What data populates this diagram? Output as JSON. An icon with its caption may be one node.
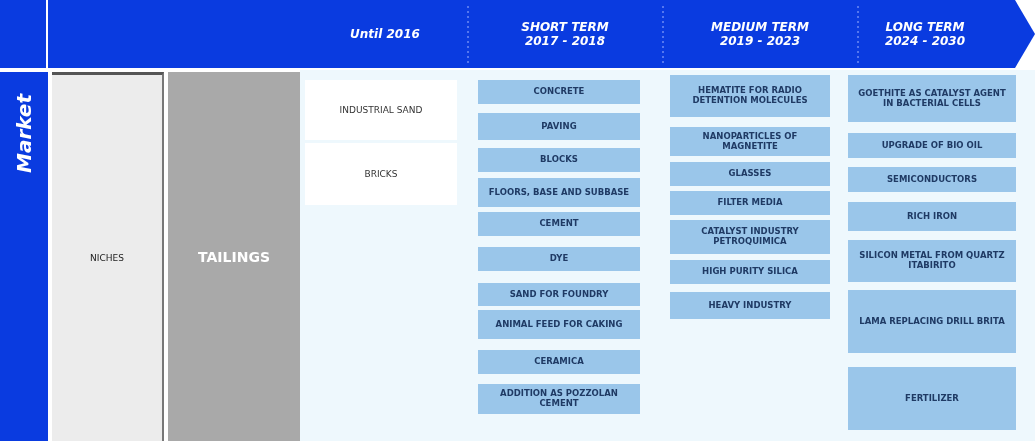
{
  "diagram": {
    "nodes": [
      {
        "text": [],
        "shape": "arrow"
      },
      {
        "text": [
          "Until 2016"
        ],
        "in": 0
      },
      {
        "text": [
          "SHORT TERM",
          "2017 - 2018"
        ],
        "in": 0
      },
      {
        "text": [
          "MEDIUM TERM",
          "2019 - 2023"
        ],
        "in": 0
      },
      {
        "text": [
          "LONG TERM",
          "2024 - 2030"
        ],
        "in": 0
      },
      {
        "text": [
          "Market"
        ]
      },
      {
        "text": [
          "NICHES"
        ]
      },
      {
        "text": [
          "TAILINGS"
        ]
      },
      {
        "text": [
          "INDUSTRIAL SAND"
        ]
      },
      {
        "text": [
          "BRICKS"
        ]
      },
      {
        "text": [
          "CONCRETE"
        ]
      },
      {
        "text": [
          "PAVING"
        ]
      },
      {
        "text": [
          "BLOCKS"
        ]
      },
      {
        "text": [
          "FLOORS, BASE AND SUBBASE"
        ]
      },
      {
        "text": [
          "CEMENT"
        ]
      },
      {
        "text": [
          "DYE"
        ]
      },
      {
        "text": [
          "SAND FOR FOUNDRY"
        ]
      },
      {
        "text": [
          "ANIMAL FEED FOR CAKING"
        ]
      },
      {
        "text": [
          "CERAMICA"
        ]
      },
      {
        "text": [
          "ADDITION AS POZZOLAN CEMENT"
        ]
      },
      {
        "text": [
          "HEMATITE FOR RADIO DETENTION MOLECULES"
        ]
      },
      {
        "text": [
          "NANOPARTICLES OF MAGNETITE"
        ]
      },
      {
        "text": [
          "GLASSES"
        ]
      },
      {
        "text": [
          "FILTER MEDIA"
        ]
      },
      {
        "text": [
          "CATALYST INDUSTRY PETROQUIMICA"
        ]
      },
      {
        "text": [
          "HIGH PURITY SILICA"
        ]
      },
      {
        "text": [
          "HEAVY INDUSTRY"
        ]
      },
      {
        "text": [
          "GOETHITE AS CATALYST AGENT IN BACTERIAL CELLS"
        ]
      },
      {
        "text": [
          "UPGRADE OF BIO OIL"
        ]
      },
      {
        "text": [
          "SEMICONDUCTORS"
        ]
      },
      {
        "text": [
          "RICH IRON"
        ]
      },
      {
        "text": [
          "SILICON METAL FROM QUARTZ ITABIRITO"
        ]
      },
      {
        "text": [
          "LAMA REPLACING DRILL BRITA"
        ]
      },
      {
        "text": [
          "FERTILIZER"
        ]
      }
    ]
  }
}
